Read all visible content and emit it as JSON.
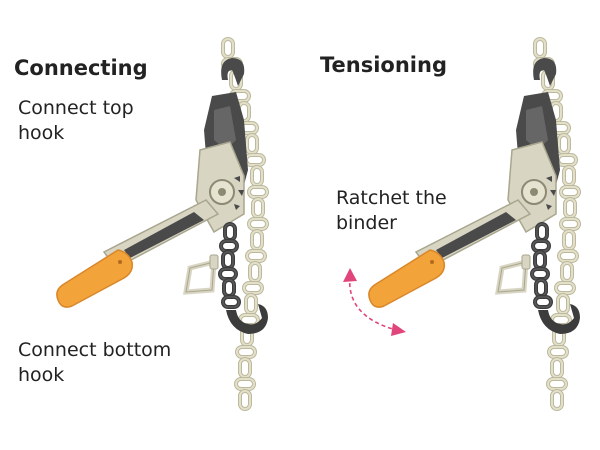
{
  "panels": {
    "connecting": {
      "title": "Connecting",
      "top_caption": "Connect top hook",
      "bottom_caption": "Connect bottom hook"
    },
    "tensioning": {
      "title": "Tensioning",
      "caption": "Ratchet the binder"
    }
  },
  "colors": {
    "chain": "#d9d6bf",
    "binder_dark": "#4a4a4a",
    "binder_light": "#d8d5c2",
    "handle_orange": "#f2a33a",
    "arrow": "#e0457b"
  },
  "icons": [
    "load-binder-connecting",
    "load-binder-tensioning",
    "ratchet-rotation-arrow"
  ]
}
